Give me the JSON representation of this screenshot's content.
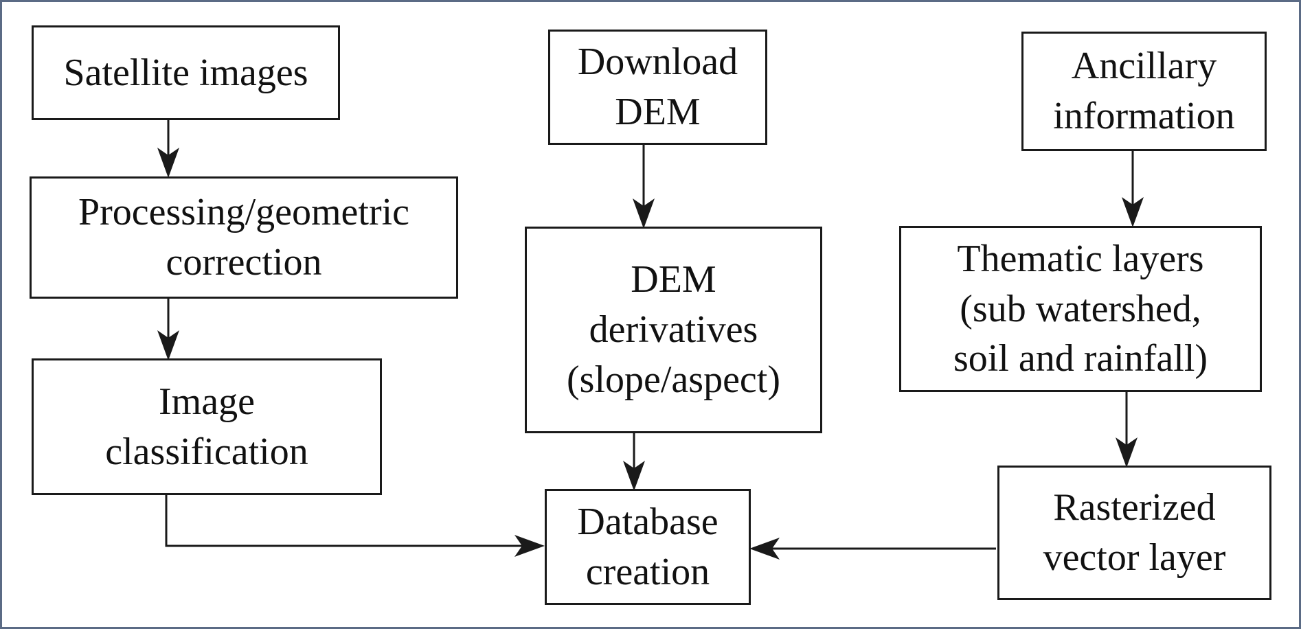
{
  "nodes": {
    "satellite_images": {
      "lines": [
        "Satellite images"
      ]
    },
    "processing": {
      "lines": [
        "Processing/geometric",
        "correction"
      ]
    },
    "image_classification": {
      "lines": [
        "Image",
        "classification"
      ]
    },
    "download_dem": {
      "lines": [
        "Download",
        "DEM"
      ]
    },
    "dem_derivatives": {
      "lines": [
        "DEM",
        "derivatives",
        "(slope/aspect)"
      ]
    },
    "database_creation": {
      "lines": [
        "Database",
        "creation"
      ]
    },
    "ancillary_information": {
      "lines": [
        "Ancillary",
        "information"
      ]
    },
    "thematic_layers": {
      "lines": [
        "Thematic layers",
        "(sub watershed,",
        "soil and rainfall)"
      ]
    },
    "rasterized_vector_layer": {
      "lines": [
        "Rasterized",
        "vector layer"
      ]
    }
  },
  "edges": [
    {
      "from": "satellite_images",
      "to": "processing"
    },
    {
      "from": "processing",
      "to": "image_classification"
    },
    {
      "from": "image_classification",
      "to": "database_creation"
    },
    {
      "from": "download_dem",
      "to": "dem_derivatives"
    },
    {
      "from": "dem_derivatives",
      "to": "database_creation"
    },
    {
      "from": "ancillary_information",
      "to": "thematic_layers"
    },
    {
      "from": "thematic_layers",
      "to": "rasterized_vector_layer"
    },
    {
      "from": "rasterized_vector_layer",
      "to": "database_creation"
    }
  ],
  "colors": {
    "frame": "#5b6b85",
    "ink": "#1a1a1a"
  }
}
